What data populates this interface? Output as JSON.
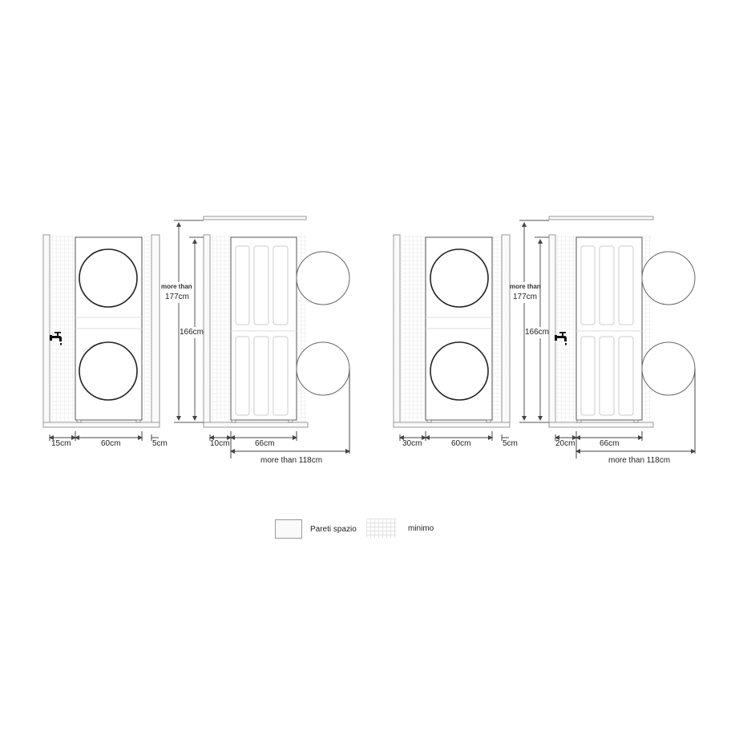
{
  "diagram": {
    "type": "installation-clearance-diagram",
    "panels": [
      {
        "id": "front-left",
        "view": "front",
        "left_clearance": "15cm",
        "width": "60cm",
        "right_clearance": "5cm",
        "has_faucet": true
      },
      {
        "id": "side-left",
        "view": "side",
        "total_height_label_top": "more than",
        "total_height_label_value": "177cm",
        "unit_height": "166cm",
        "back_clearance": "10cm",
        "depth": "66cm",
        "door_open_depth": "more than 118cm",
        "has_faucet": false
      },
      {
        "id": "front-right",
        "view": "front",
        "left_clearance": "30cm",
        "width": "60cm",
        "right_clearance": "5cm",
        "has_faucet": false
      },
      {
        "id": "side-right",
        "view": "side",
        "total_height_label_top": "more than",
        "total_height_label_value": "177cm",
        "unit_height": "166cm",
        "back_clearance": "20cm",
        "depth": "66cm",
        "door_open_depth": "more than 118cm",
        "has_faucet": true
      }
    ],
    "legend": {
      "walls": "Pareti spazio",
      "minimum": "minimo"
    },
    "colors": {
      "line": "#555555",
      "light_line": "#9a9a9a",
      "grid": "#e6e6e6",
      "drum": "#222222",
      "faucet": "#111111"
    }
  }
}
